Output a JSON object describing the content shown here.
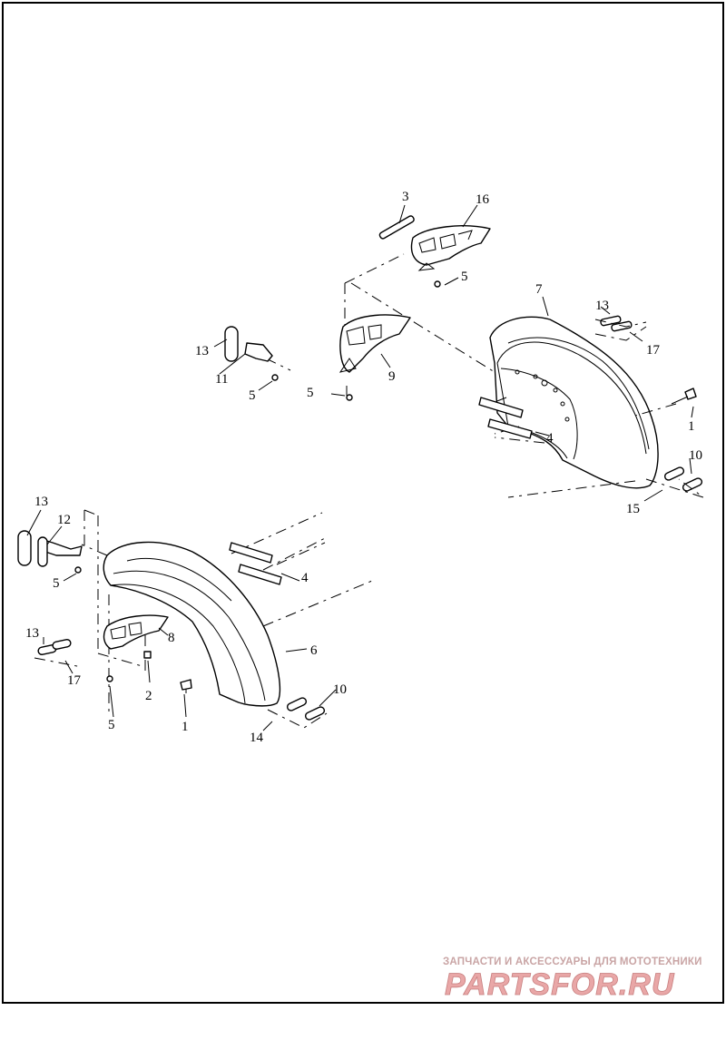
{
  "callouts": {
    "c1a": "1",
    "c1b": "1",
    "c2": "2",
    "c3": "3",
    "c4a": "4",
    "c4b": "4",
    "c5a": "5",
    "c5b": "5",
    "c5c": "5",
    "c5d": "5",
    "c5e": "5",
    "c6": "6",
    "c7": "7",
    "c8": "8",
    "c9": "9",
    "c10a": "10",
    "c10b": "10",
    "c11": "11",
    "c12": "12",
    "c13a": "13",
    "c13b": "13",
    "c13c": "13",
    "c13d": "13",
    "c14": "14",
    "c15": "15",
    "c16": "16",
    "c17a": "17",
    "c17b": "17"
  },
  "watermark": {
    "tagline": "ЗАПЧАСТИ И АКСЕССУАРЫ ДЛЯ МОТОТЕХНИКИ",
    "logo": "PARTSFOR.RU"
  }
}
